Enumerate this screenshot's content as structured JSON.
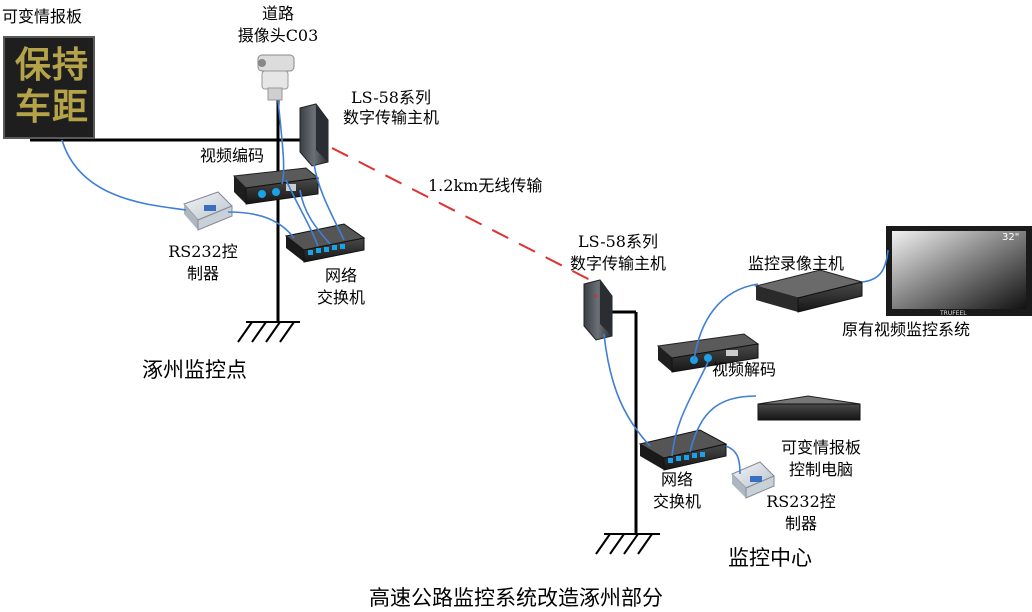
{
  "labels": {
    "vms_board": "可变情报板",
    "vms_text_line1": "保持",
    "vms_text_line2": "车距",
    "camera_line1": "道路",
    "camera_line2": "摄像头C03",
    "host_top_line1": "LS-58系列",
    "host_top_line2": "数字传输主机",
    "video_encoder": "视频编码",
    "wireless_link": "1.2km无线传输",
    "rs232_left_line1": "RS232控",
    "rs232_left_line2": "制器",
    "switch_left_line1": "网络",
    "switch_left_line2": "交换机",
    "site_zhuozhou": "涿州监控点",
    "host_right_line1": "LS-58系列",
    "host_right_line2": "数字传输主机",
    "recorder": "监控录像主机",
    "monitor_size": "32\"",
    "monitor_brand": "TRUFEEL",
    "existing_system": "原有视频监控系统",
    "video_decoder": "视频解码",
    "vms_pc_line1": "可变情报板",
    "vms_pc_line2": "控制电脑",
    "switch_right_line1": "网络",
    "switch_right_line2": "交换机",
    "rs232_right_line1": "RS232控",
    "rs232_right_line2": "制器",
    "monitor_center": "监控中心",
    "diagram_title": "高速公路监控系统改造涿州部分"
  },
  "colors": {
    "cable": "#3f7fd6",
    "wireless": "#e03030",
    "pole": "#000000",
    "device_dark": "#2b2b2b"
  }
}
